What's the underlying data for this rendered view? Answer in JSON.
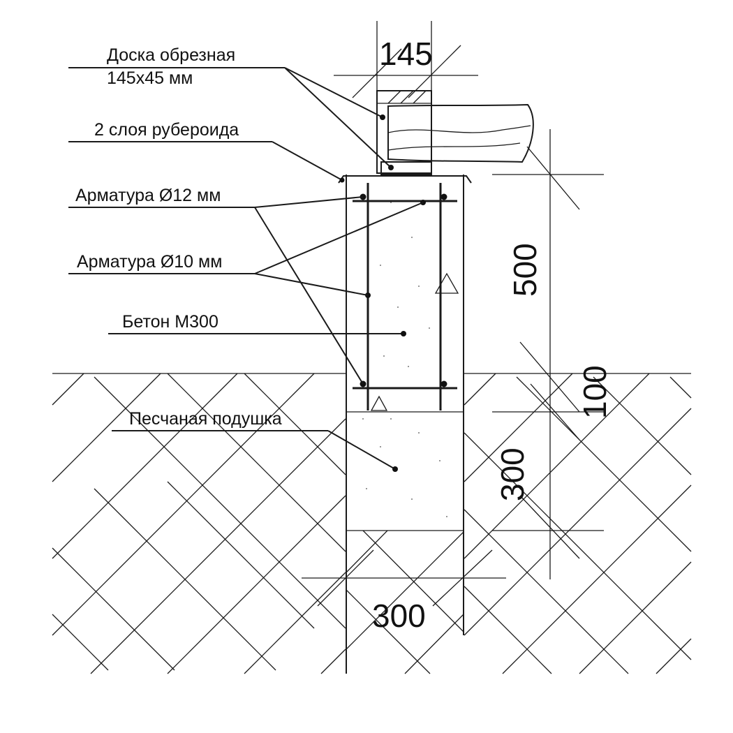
{
  "labels": {
    "board_line1": "Доска обрезная",
    "board_line2": "145х45 мм",
    "roofing": "2 слоя рубероида",
    "rebar12": "Арматура Ø12 мм",
    "rebar10": "Арматура Ø10 мм",
    "concrete": "Бетон М300",
    "sand": "Песчаная подушка"
  },
  "dimensions": {
    "board_width": "145",
    "concrete_height": "500",
    "embed_depth": "100",
    "sand_height": "300",
    "footing_width": "300"
  },
  "colors": {
    "line": "#1a1a1a",
    "background": "#ffffff"
  }
}
